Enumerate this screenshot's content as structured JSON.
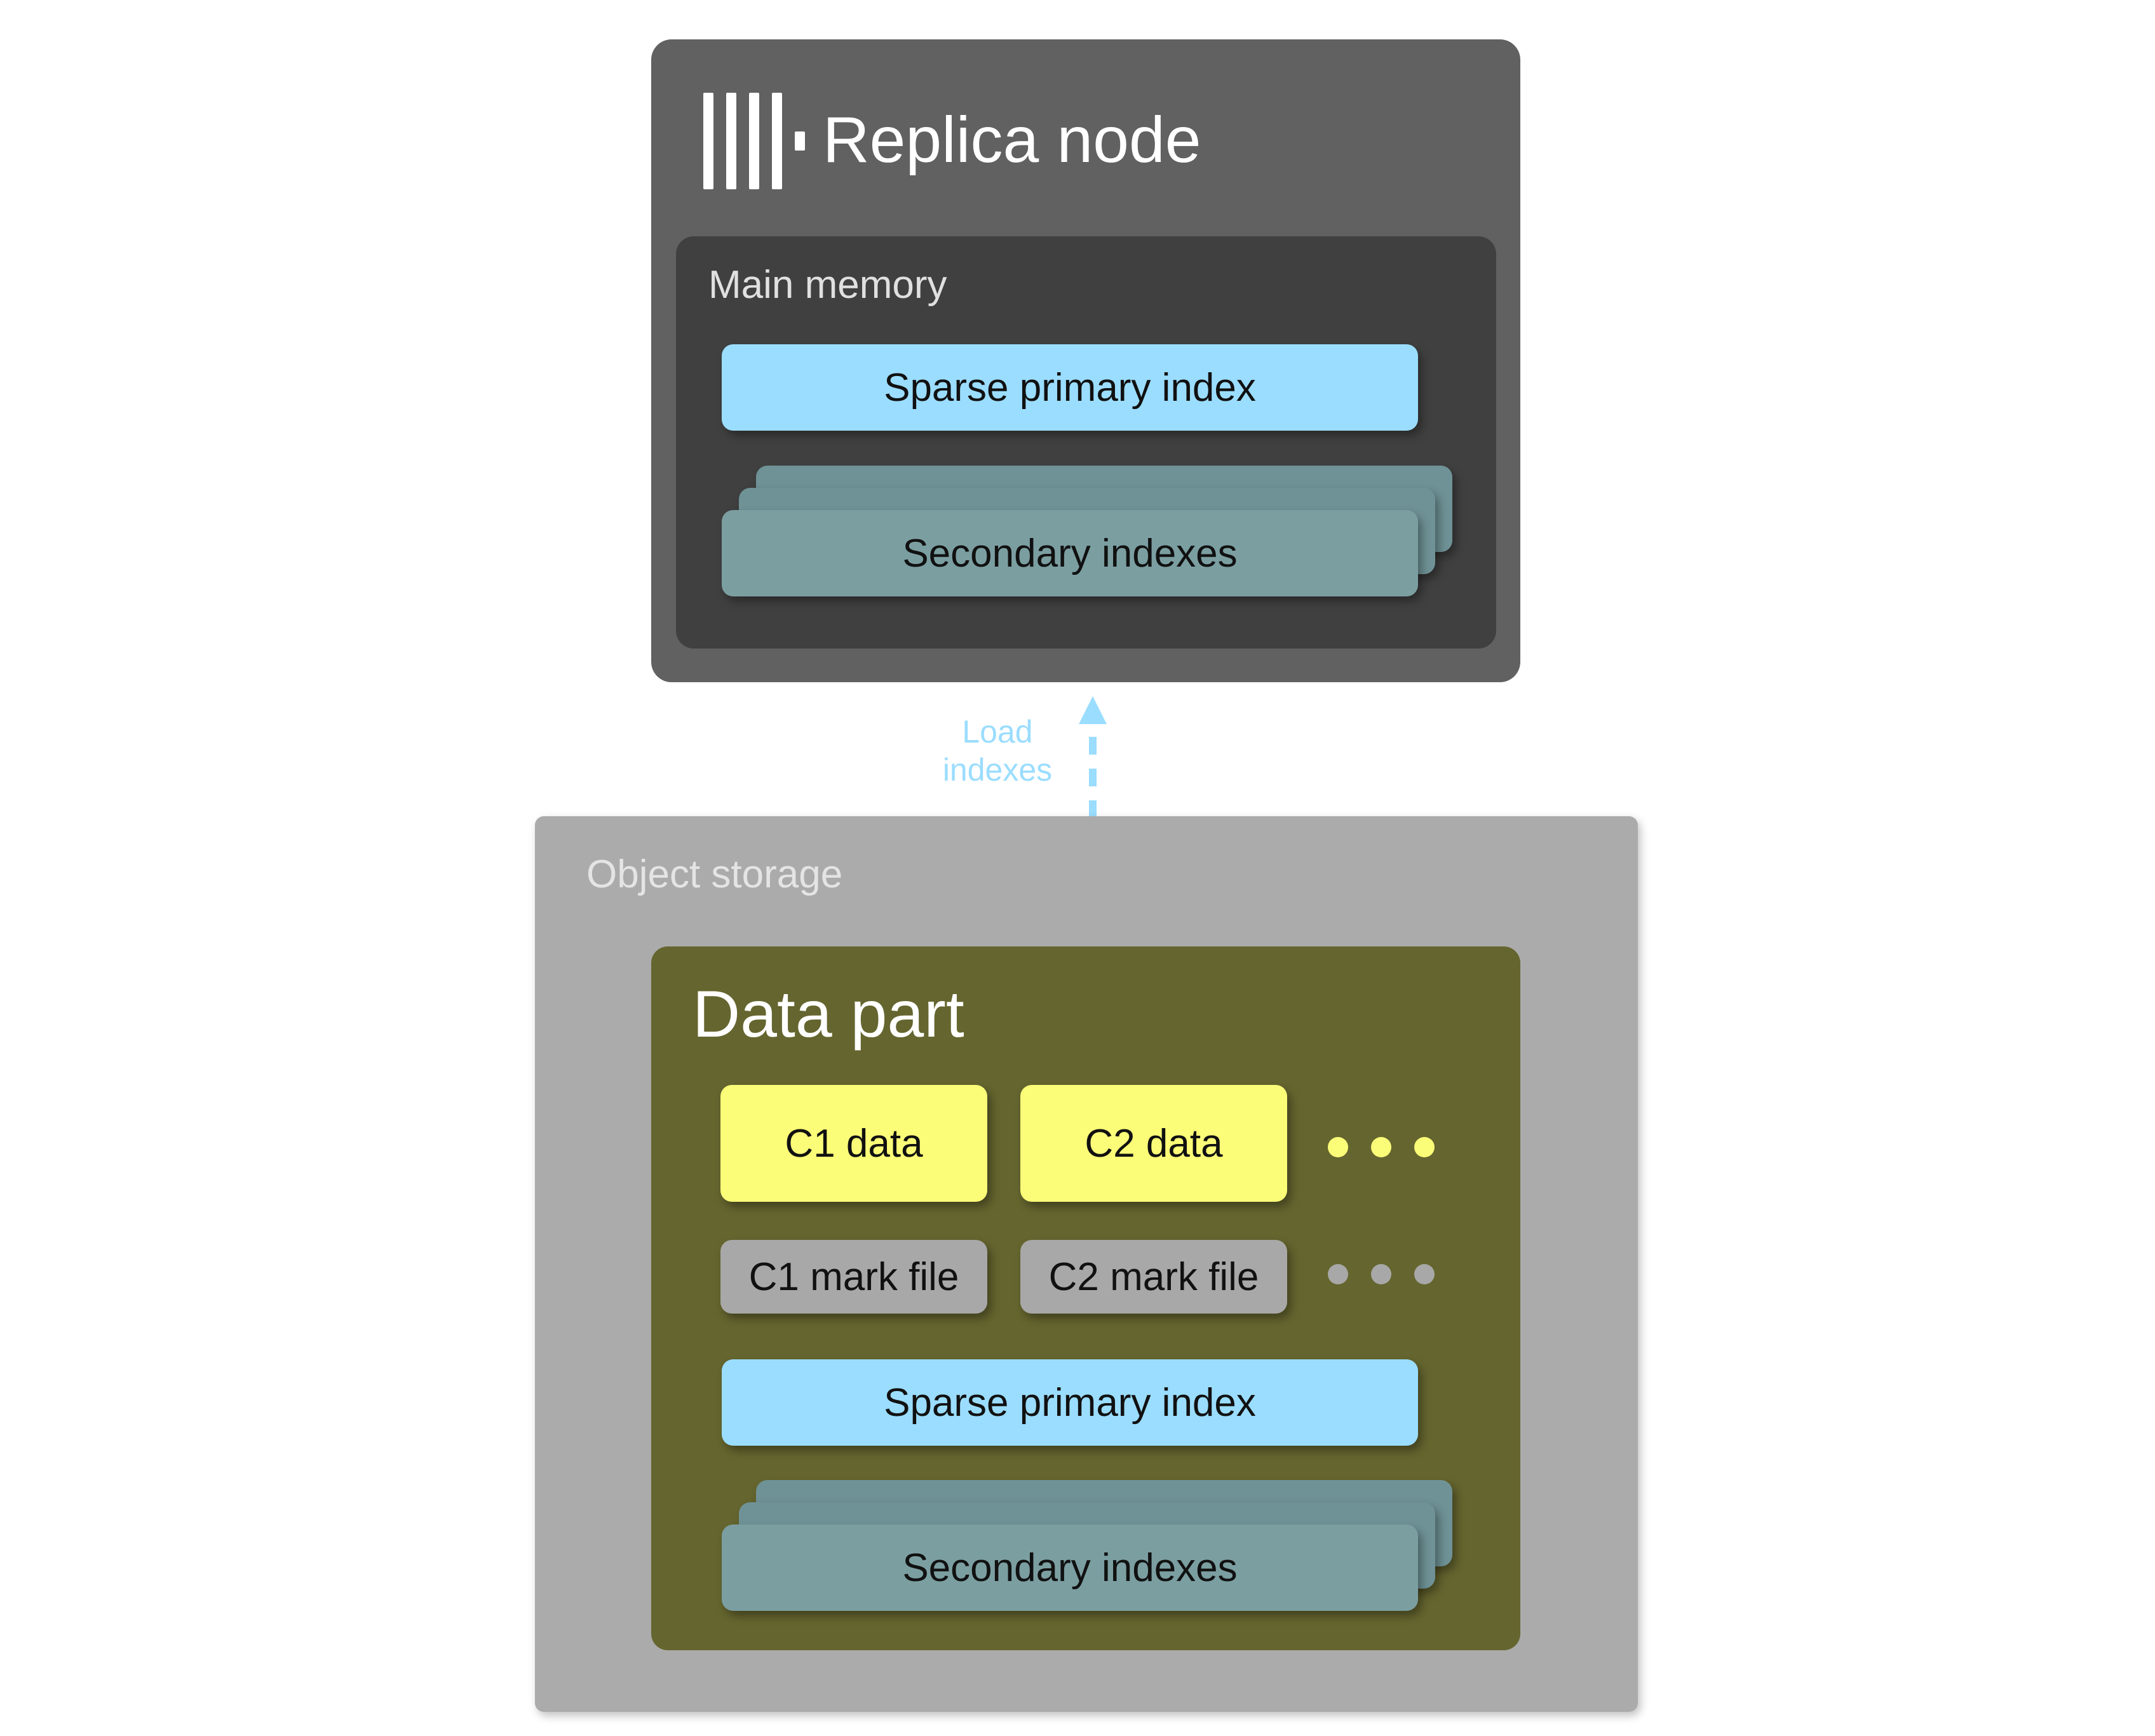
{
  "replica_node": {
    "title": "Replica node",
    "main_memory": {
      "label": "Main memory",
      "sparse_primary_index": "Sparse primary index",
      "secondary_indexes": "Secondary indexes"
    }
  },
  "arrow": {
    "label_line1": "Load",
    "label_line2": "indexes",
    "color": "#9bddff"
  },
  "object_storage": {
    "label": "Object storage",
    "data_part": {
      "title": "Data part",
      "c1_data": "C1 data",
      "c2_data": "C2 data",
      "c1_mark_file": "C1 mark file",
      "c2_mark_file": "C2 mark file",
      "sparse_primary_index": "Sparse primary index",
      "secondary_indexes": "Secondary indexes"
    }
  },
  "colors": {
    "replica_bg": "#616161",
    "main_memory_bg": "#404040",
    "sparse_index": "#9bddff",
    "secondary_index": "#7b9ea1",
    "object_storage_bg": "#ababab",
    "data_part_bg": "#65652f",
    "column_data": "#fbfd78",
    "mark_file": "#a8a8a8"
  },
  "icons": {
    "logo": "clickhouse-logo-icon",
    "ellipsis": "ellipsis-icon"
  }
}
